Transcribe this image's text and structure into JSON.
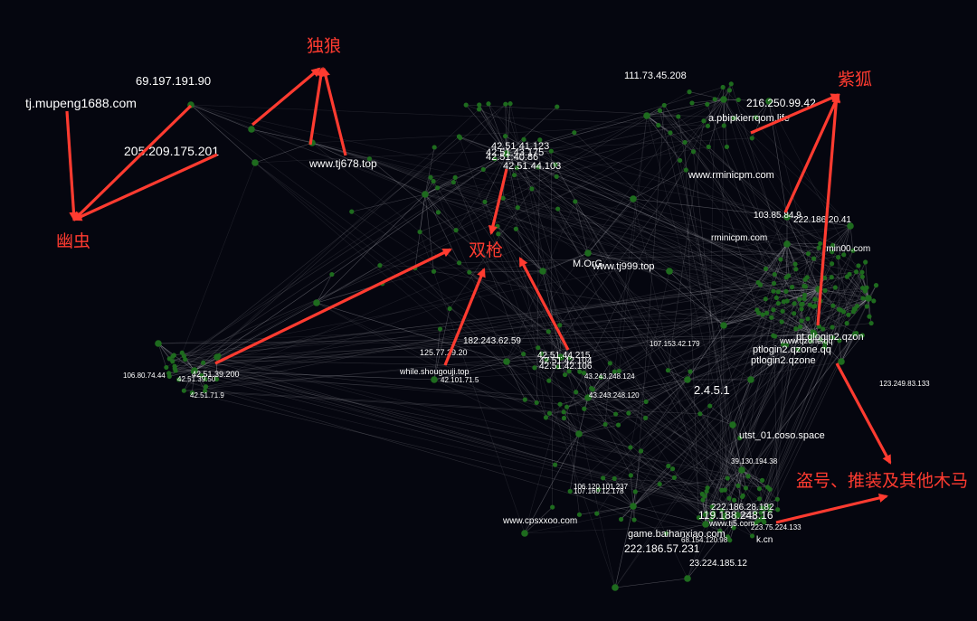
{
  "colors": {
    "background": "#05060f",
    "node": "#1e6b1e",
    "edge": "#d8d8e0",
    "label": "#ffffff",
    "annotation": "#ff3b30"
  },
  "annotations": {
    "dulang": "独狼",
    "zihu": "紫狐",
    "youchong": "幽虫",
    "shuangqiang": "双枪",
    "daohao": "盗号、推装及其他木马"
  },
  "labels": {
    "l01": "69.197.191.90",
    "l02": "tj.mupeng1688.com",
    "l03": "205.209.175.201",
    "l04": "www.tj678.top",
    "l05": "111.73.45.208",
    "l06": "216.250.99.42",
    "l07": "a.pbipkierrqom.life",
    "l08": "42.51.41.123",
    "l09": "42.51.43.175",
    "l10": "42.51.40.86",
    "l11": "42.51.44.103",
    "l12": "www.rminicpm.com",
    "l13": "103.85.84.9",
    "l14": "222.186.20.41",
    "l15": "rminicpm.com",
    "l16": "rmin00.com",
    "l17": "M.OrG",
    "l18": "www.tj999.top",
    "l19": "pt.qlogin2.qzon",
    "l20": "www.qzone.qq",
    "l21": "ptlogin2.qzone.qq",
    "l22": "ptlogin2.qzone",
    "l23": "182.243.62.59",
    "l24": "125.77.29.20",
    "l25": "107.153.42.179",
    "l26": "42.51.44.215",
    "l27": "42.51.42.104",
    "l28": "42.51.42.106",
    "l29": "43.243.248.124",
    "l30": "106.80.74.44",
    "l31": "42.51.39.200",
    "l32": "42.51.39.50",
    "l33": "42.51.71.9",
    "l34": "while.shougouji.top",
    "l35": "42.101.71.5",
    "l36": "43.243.248.120",
    "l37": "2.4.5.1",
    "l38": "123.249.83.133",
    "l39": "utst_01.coso.space",
    "l40": "39.130.194.38",
    "l41": "106.120.101.237",
    "l42": "107.160.12.178",
    "l43": "222.186.28.182",
    "l44": "119.188.248.16",
    "l45": "www.cpsxxoo.com",
    "l46": "game.baihanxiao.com",
    "l47": "68.154.120.98",
    "l48": "k.cn",
    "l49": "222.186.57.231",
    "l50": "23.224.185.12",
    "l51": "www.tj5.com",
    "l52": "223.75.224.133"
  }
}
